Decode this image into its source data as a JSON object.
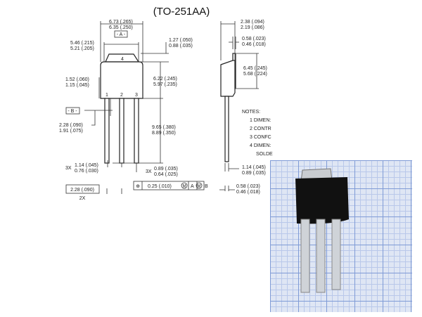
{
  "title": "(TO-251AA)",
  "front_view": {
    "width_max": "6.73 (.265)",
    "width_min": "6.35 (.250)",
    "datum_a": "- A -",
    "tab_width_max": "5.46 (.215)",
    "tab_width_min": "5.21 (.205)",
    "tab_height_max": "1.27 (.050)",
    "tab_height_min": "0.88 (.035)",
    "body_height_max": "6.22 (.245)",
    "body_height_min": "5.97 (.235)",
    "shoulder_max": "1.52 (.060)",
    "shoulder_min": "1.15 (.045)",
    "datum_b": "- B -",
    "pitch_max": "2.28 (.090)",
    "pitch_min": "1.91 (.075)",
    "lead_length_max": "9.65 (.380)",
    "lead_length_min": "8.89 (.350)",
    "lead_qty_left": "3X",
    "lead_width_max": "1.14 (.045)",
    "lead_width_min": "0.76 (.030)",
    "lead_qty_right": "3X",
    "lead_tip_max": "0.89 (.035)",
    "lead_tip_min": "0.64 (.025)",
    "basic_pitch": "2.28 (.090)",
    "basic_pitch_qty": "2X",
    "pin_labels": [
      "1",
      "2",
      "3",
      "4"
    ],
    "tolerance_frame": {
      "symbol": "⊕",
      "value": "0.25 (.010)",
      "m1": "M",
      "datum1": "A",
      "m2": "M",
      "datum2": "B"
    }
  },
  "side_view": {
    "thickness_max": "2.38 (.094)",
    "thickness_min": "2.19 (.086)",
    "tab_thickness_max": "0.58 (.023)",
    "tab_thickness_min": "0.46 (.018)",
    "body_max": "6.45 (.245)",
    "body_min": "5.68 (.224)",
    "lead_max": "1.14 (.045)",
    "lead_min": "0.89 (.035)",
    "lead_thick_max": "0.58 (.023)",
    "lead_thick_min": "0.46 (.018)"
  },
  "notes": {
    "heading": "NOTES:",
    "items": [
      "1  DIMEN:",
      "2  CONTR",
      "3  CONFC",
      "4  DIMEN:",
      "SOLDE"
    ]
  },
  "photo": {
    "grid_color": "#7f9bd6",
    "package_color": "#111111",
    "lead_color": "#cfd3d8"
  }
}
